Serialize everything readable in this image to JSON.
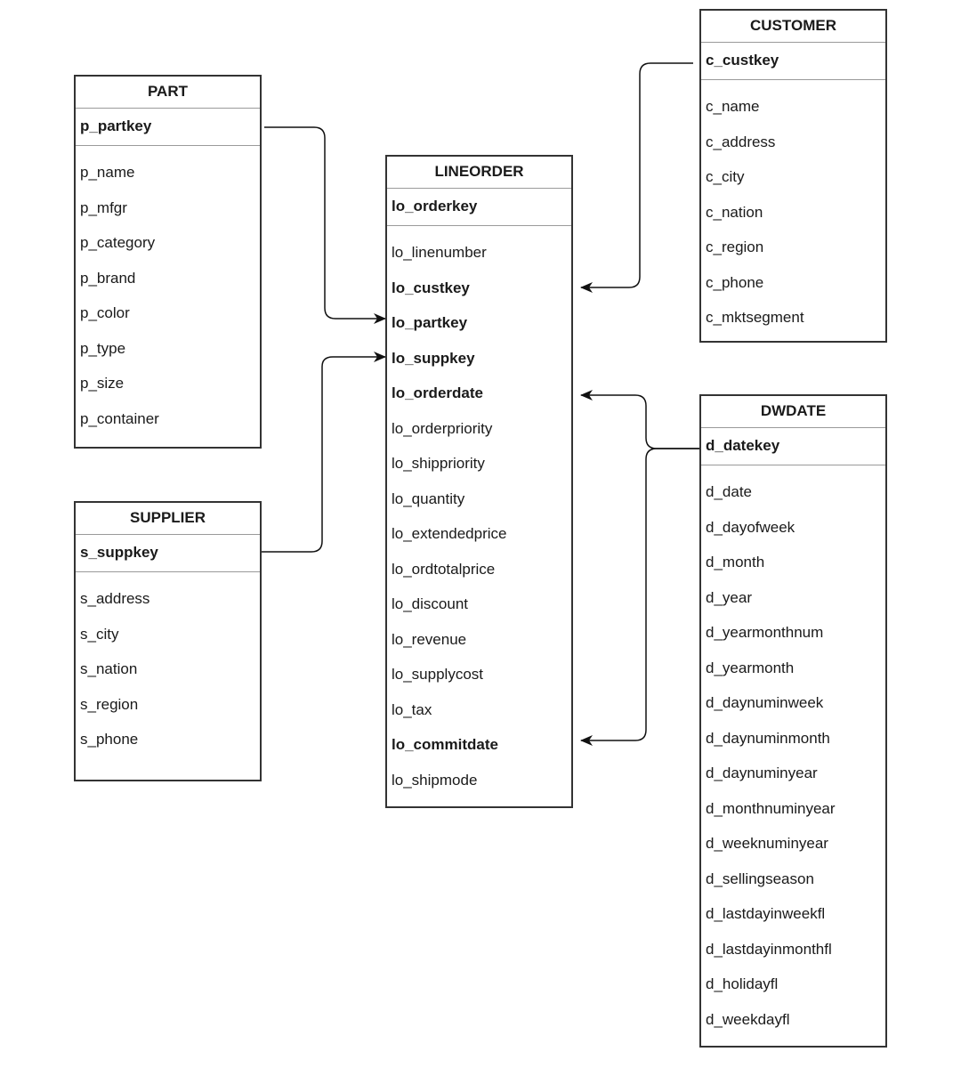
{
  "entities": {
    "part": {
      "title": "PART",
      "key": "p_partkey",
      "attributes": [
        "p_name",
        "p_mfgr",
        "p_category",
        "p_brand",
        "p_color",
        "p_type",
        "p_size",
        "p_container"
      ]
    },
    "supplier": {
      "title": "SUPPLIER",
      "key": "s_suppkey",
      "attributes": [
        "s_address",
        "s_city",
        "s_nation",
        "s_region",
        "s_phone"
      ]
    },
    "lineorder": {
      "title": "LINEORDER",
      "key": "lo_orderkey",
      "attributes": [
        {
          "name": "lo_linenumber",
          "fk": false
        },
        {
          "name": "lo_custkey",
          "fk": true
        },
        {
          "name": "lo_partkey",
          "fk": true
        },
        {
          "name": "lo_suppkey",
          "fk": true
        },
        {
          "name": "lo_orderdate",
          "fk": true
        },
        {
          "name": "lo_orderpriority",
          "fk": false
        },
        {
          "name": "lo_shippriority",
          "fk": false
        },
        {
          "name": "lo_quantity",
          "fk": false
        },
        {
          "name": "lo_extendedprice",
          "fk": false
        },
        {
          "name": "lo_ordtotalprice",
          "fk": false
        },
        {
          "name": "lo_discount",
          "fk": false
        },
        {
          "name": "lo_revenue",
          "fk": false
        },
        {
          "name": "lo_supplycost",
          "fk": false
        },
        {
          "name": "lo_tax",
          "fk": false
        },
        {
          "name": "lo_commitdate",
          "fk": true
        },
        {
          "name": "lo_shipmode",
          "fk": false
        }
      ]
    },
    "customer": {
      "title": "CUSTOMER",
      "key": "c_custkey",
      "attributes": [
        "c_name",
        "c_address",
        "c_city",
        "c_nation",
        "c_region",
        "c_phone",
        "c_mktsegment"
      ]
    },
    "dwdate": {
      "title": "DWDATE",
      "key": "d_datekey",
      "attributes": [
        "d_date",
        "d_dayofweek",
        "d_month",
        "d_year",
        "d_yearmonthnum",
        "d_yearmonth",
        "d_daynuminweek",
        "d_daynuminmonth",
        "d_daynuminyear",
        "d_monthnuminyear",
        "d_weeknuminyear",
        "d_sellingseason",
        "d_lastdayinweekfl",
        "d_lastdayinmonthfl",
        "d_holidayfl",
        "d_weekdayfl"
      ]
    }
  },
  "relationships": [
    {
      "from": "part",
      "to": "lineorder",
      "target_attribute": "lo_partkey"
    },
    {
      "from": "supplier",
      "to": "lineorder",
      "target_attribute": "lo_suppkey"
    },
    {
      "from": "customer",
      "to": "lineorder",
      "target_attribute": "lo_custkey"
    },
    {
      "from": "dwdate",
      "to": "lineorder",
      "target_attribute": "lo_orderdate"
    },
    {
      "from": "dwdate",
      "to": "lineorder",
      "target_attribute": "lo_commitdate"
    }
  ],
  "colors": {
    "line": "#111111",
    "border": "#333333",
    "divider": "#9a9a9a"
  }
}
